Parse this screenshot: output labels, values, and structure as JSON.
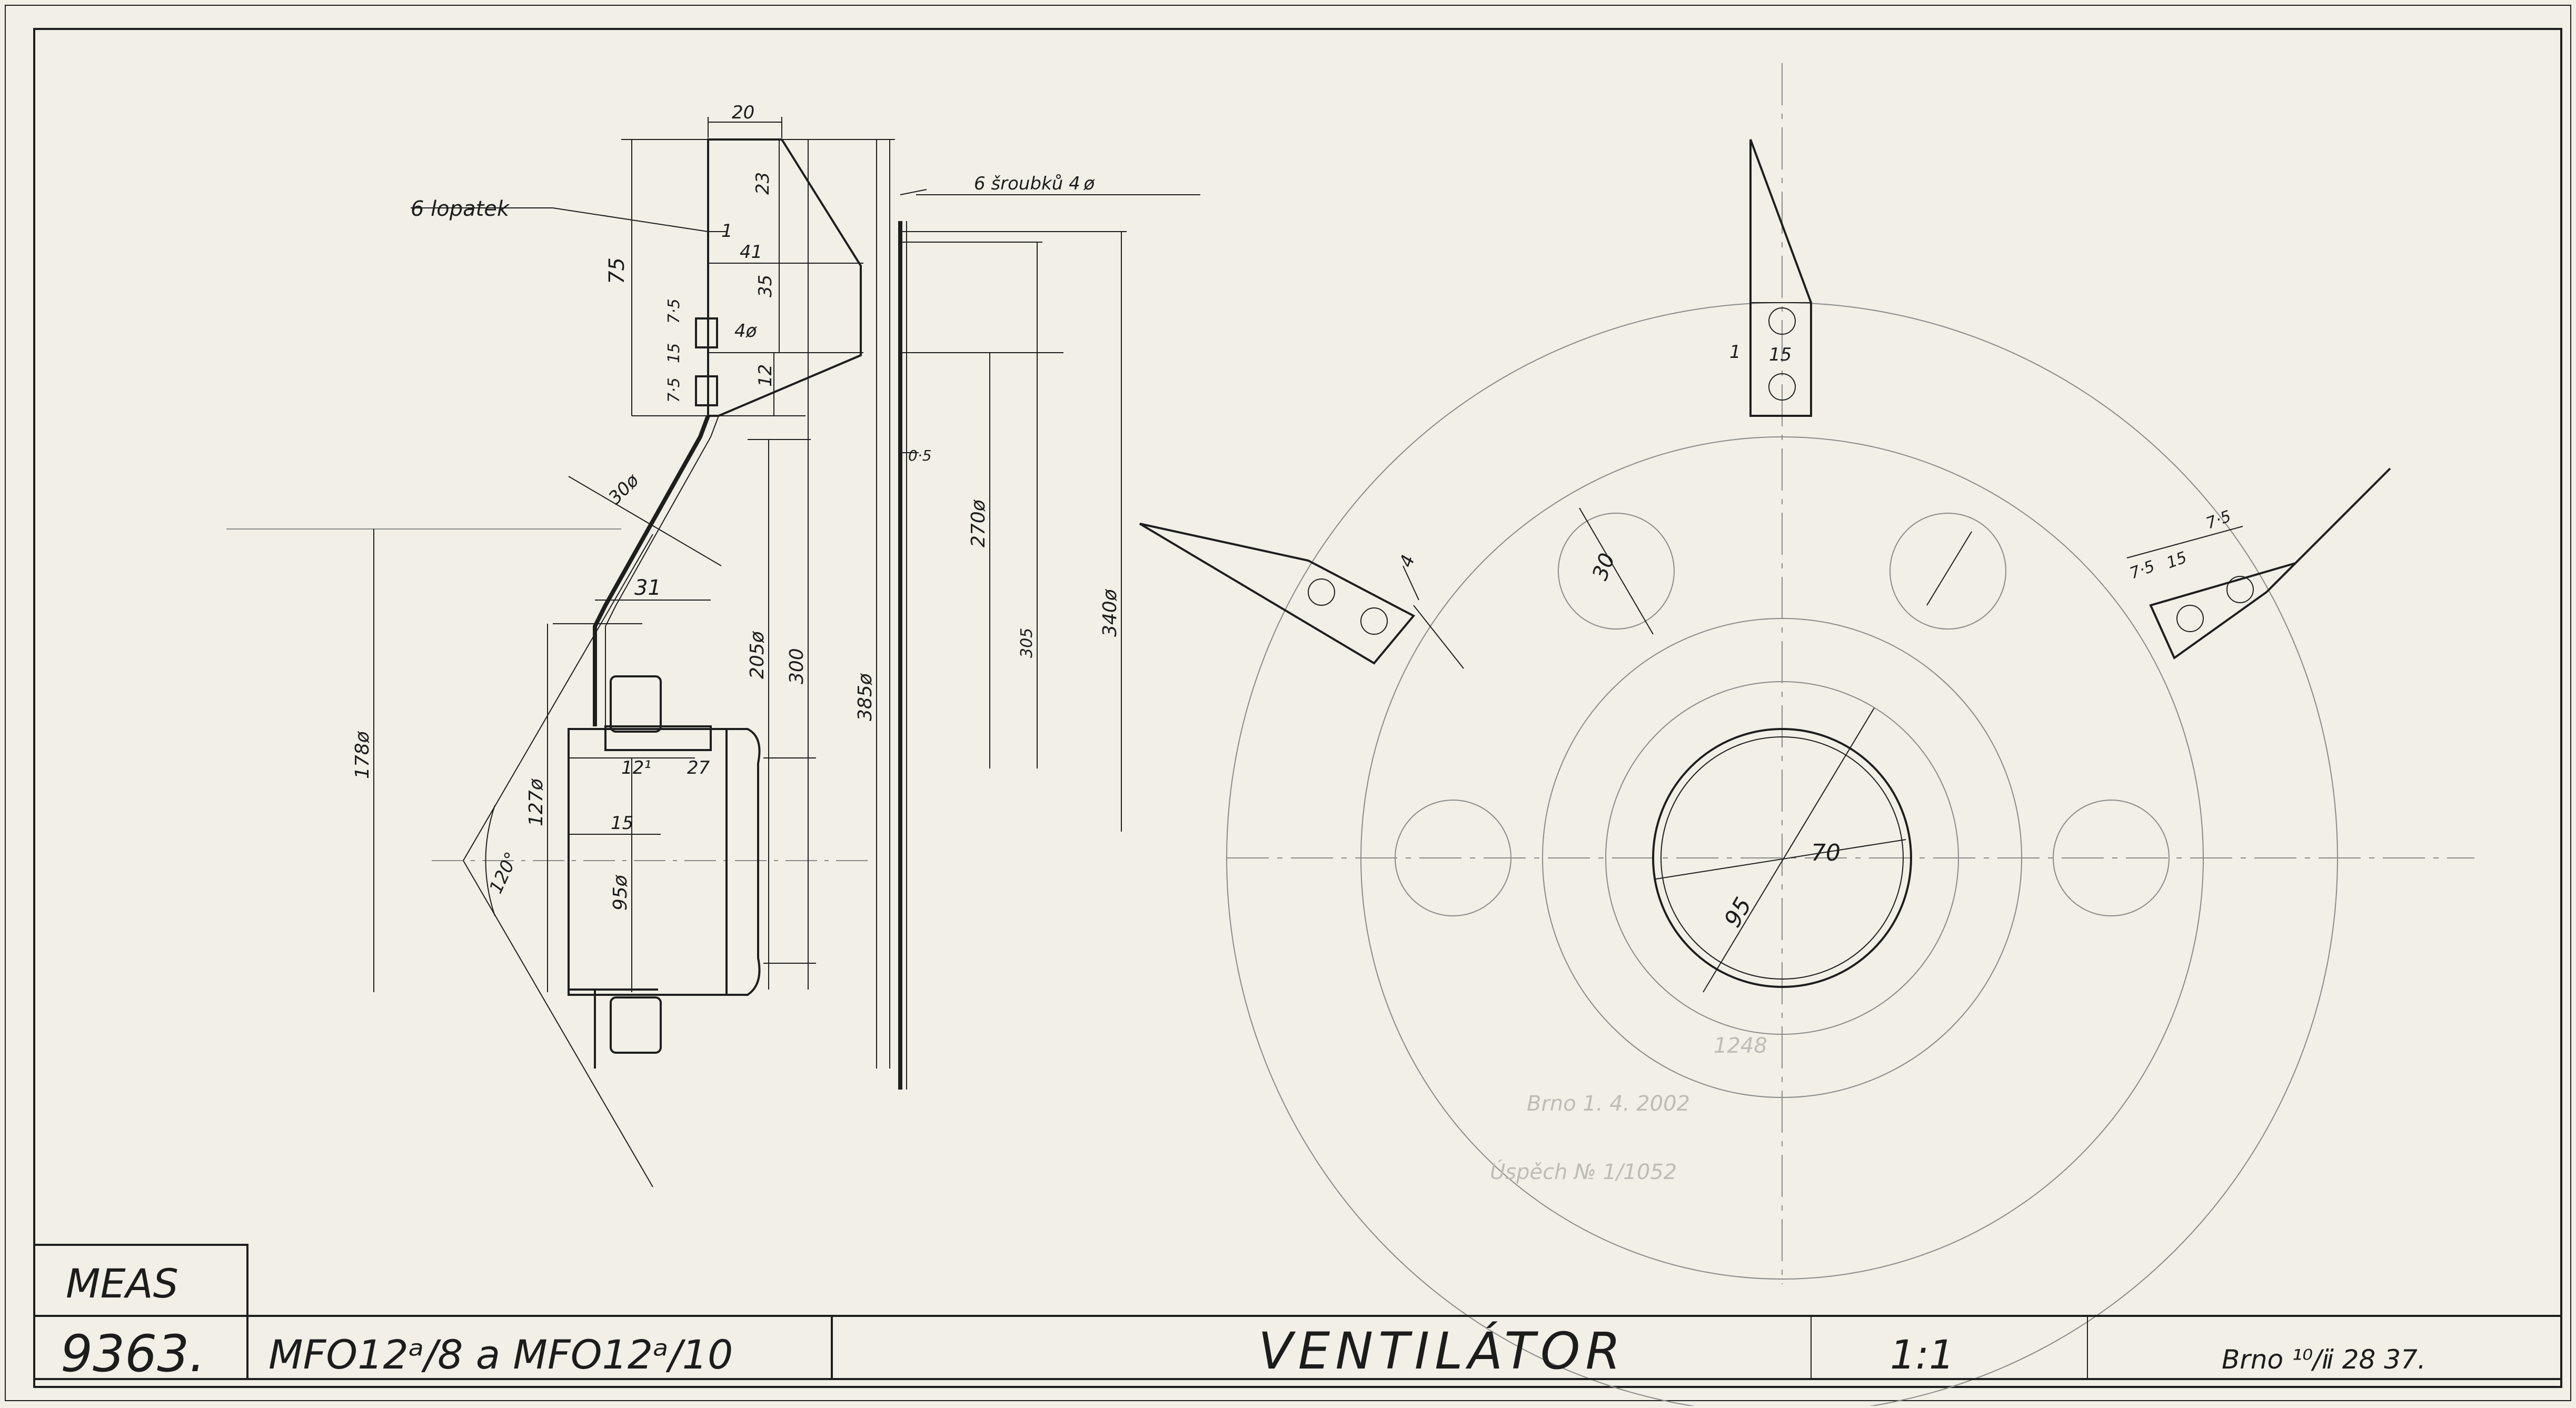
{
  "drawing": {
    "org": "MEAS",
    "number": "9363.",
    "types": "MFO12ᵃ/8 a MFO12ᵃ/10",
    "title": "VENTILÁTOR",
    "scale": "1:1",
    "place_date": "Brno ¹⁰/ⅱ 28 37."
  },
  "notes": {
    "blades": "6 lopatek",
    "rivets": "6 šroubků 4 ø",
    "stamp_line1": "1248",
    "stamp_line2": "Brno 1. 4. 2002",
    "stamp_line3": "Úspěch № 1/1052"
  },
  "dimensions": {
    "d20": "20",
    "d23": "23",
    "d1": "1",
    "d41": "41",
    "d35": "35",
    "d75": "75",
    "d4p": "4ø",
    "d7_5a": "7·5",
    "d15a": "15",
    "d7_5b": "7·5",
    "d12": "12",
    "d30": "30ø",
    "d31": "31",
    "d0_5": "0·5",
    "d270": "270ø",
    "d305": "305",
    "d340": "340ø",
    "d385": "385ø",
    "d300": "300",
    "d205": "205ø",
    "d178": "178ø",
    "d127": "127ø",
    "d120": "120°",
    "d12b": "12¹",
    "d27": "27",
    "d15b": "15",
    "d95p": "95ø",
    "d30r": "30",
    "d70": "70",
    "d95": "95",
    "d4b": "4",
    "d1b": "1",
    "d15c": "15",
    "d7_5c": "7·5",
    "d15d": "15",
    "d7_5d": "7·5"
  }
}
